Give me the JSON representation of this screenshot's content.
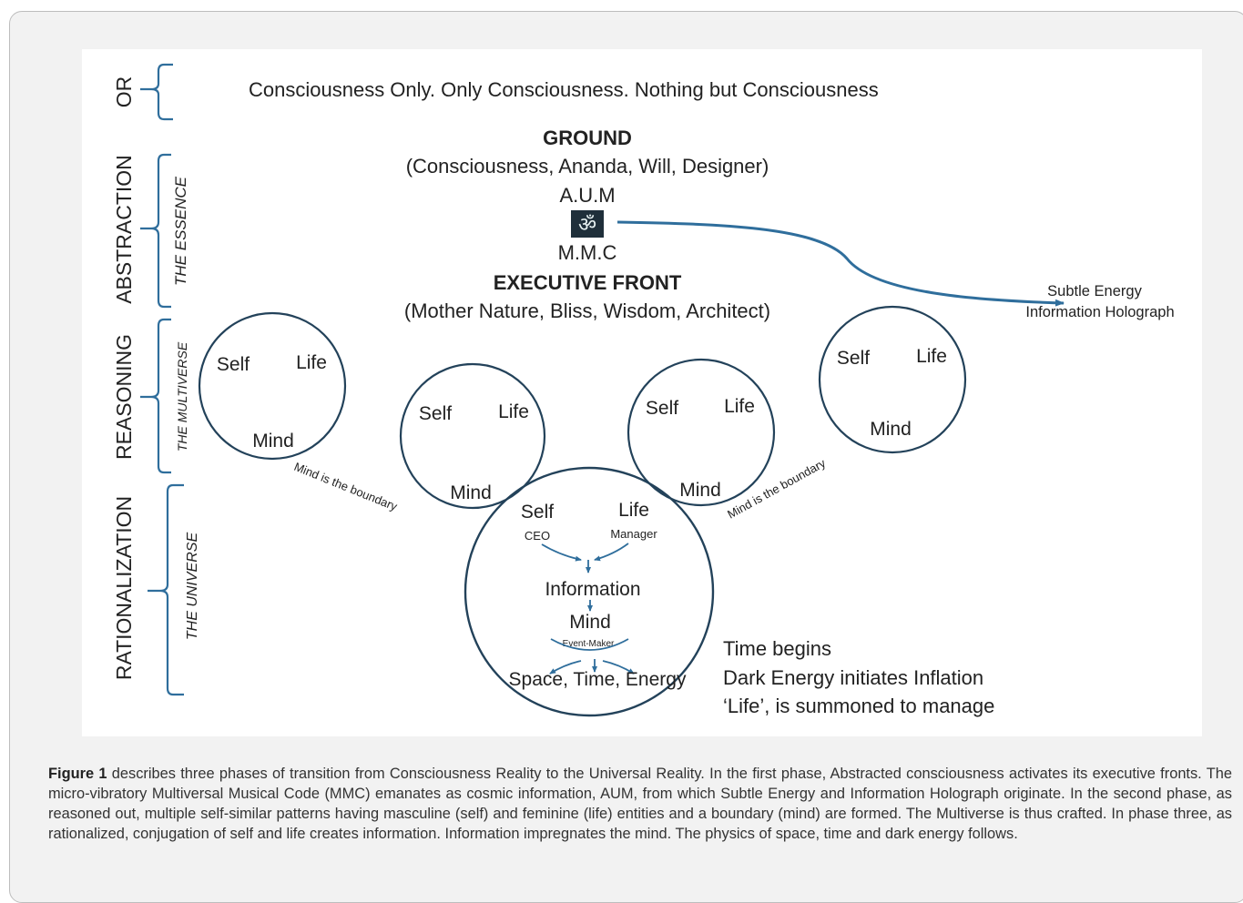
{
  "phases": {
    "or": "OR",
    "abstraction": "ABSTRACTION",
    "reasoning": "REASONING",
    "rationalization": "RATIONALIZATION"
  },
  "essence_labels": {
    "essence": "THE ESSENCE",
    "multiverse": "THE MULTIVERSE",
    "universe": "THE UNIVERSE"
  },
  "top_line": "Consciousness Only. Only Consciousness. Nothing but Consciousness",
  "ground": {
    "title": "GROUND",
    "subtitle": "(Consciousness,  Ananda, Will, Designer)",
    "aum": "A.U.M",
    "om_glyph": "ॐ",
    "mmc": "M.M.C"
  },
  "executive": {
    "title": "EXECUTIVE FRONT",
    "subtitle": "(Mother Nature, Bliss, Wisdom, Architect)"
  },
  "subtle": {
    "line1": "Subtle Energy",
    "line2": "Information Holograph"
  },
  "circle": {
    "self": "Self",
    "life": "Life",
    "mind": "Mind"
  },
  "boundary_label": "Mind is the boundary",
  "universe_circle": {
    "self": "Self",
    "life": "Life",
    "ceo": "CEO",
    "manager": "Manager",
    "information": "Information",
    "mind": "Mind",
    "event_maker": "Event-Maker",
    "space_time_energy": "Space, Time, Energy"
  },
  "notes": {
    "line1": "Time begins",
    "line2": "Dark Energy initiates Inflation",
    "line3": "‘Life’, is  summoned  to manage"
  },
  "caption": {
    "label": "Figure 1",
    "text": " describes three phases of transition from Consciousness Reality to the Universal Reality. In the first phase, Abstracted consciousness activates its executive fronts. The micro-vibratory Multiversal Musical Code (MMC) emanates as cosmic information, AUM, from which Subtle Energy and Information Holograph originate. In the second phase, as reasoned out, multiple self-similar patterns having masculine (self) and feminine (life) entities and a boundary (mind) are formed. The Multiverse is thus crafted. In phase three, as rationalized, conjugation of self and life creates information. Information impregnates the mind. The physics of space, time and dark energy follows."
  },
  "colors": {
    "bracket": "#2f6e9c",
    "arrow": "#2f6e9c",
    "circle": "#23425a",
    "panel": "#f2f2f2"
  }
}
